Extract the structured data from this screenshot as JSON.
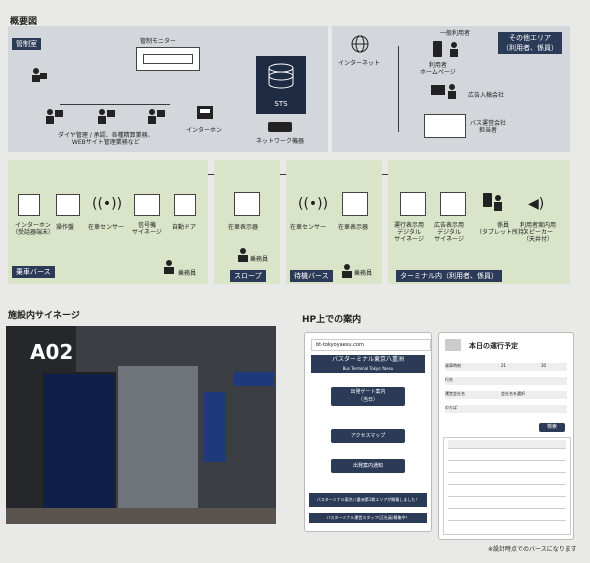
{
  "overview_title": "概要図",
  "control_room": {
    "tag": "管制室",
    "monitor": "管制モニター",
    "staff_label": "ダイヤ管理 / 承認、各種精算業務、\nWEBサイト管理業務など",
    "interphone": "インターホン",
    "sts": "STS",
    "network": "ネットワーク機器"
  },
  "other_area": {
    "tag": "その他エリア\n（利用者、係員）",
    "internet": "インターネット",
    "general_user": "一般利用者",
    "user_hp": "利用者\nホームページ",
    "ad_company": "広告入稿会社",
    "bus_company": "バス運営会社\n担当者"
  },
  "areas": [
    {
      "tag": "乗車バース",
      "devices": [
        "インターホン\n（受話器端末）",
        "操作盤",
        "在車センサー",
        "信号機\nサイネージ",
        "自動ドア"
      ],
      "staff": "乗務員"
    },
    {
      "tag": "スロープ",
      "devices": [
        "在車表示器"
      ],
      "staff": "乗務員"
    },
    {
      "tag": "待機バース",
      "devices": [
        "在車センサー",
        "在車表示器"
      ],
      "staff": "乗務員"
    },
    {
      "tag": "ターミナル内（利用者、係員）",
      "devices": [
        "運行表示用\nデジタル\nサイネージ",
        "広告表示用\nデジタル\nサイネージ",
        "係員\n（タブレット所持）",
        "利用者案内用\nスピーカー\n（天井付）"
      ]
    }
  ],
  "signage_title": "施設内サイネージ",
  "photo_sign": "A02",
  "hp_title": "HP上での案内",
  "hp": {
    "url": "bt-tokyoyaesu.com",
    "site_name": "バスターミナル東京八重洲",
    "site_sub": "Bus Terminal Tokyo Yaesu",
    "btn1": "出発ゲート案内\n（当日）",
    "btn2": "アクセスマップ",
    "btn3": "出発案内通知",
    "footer1": "バスターミナル東京八重洲第1期エリアが開業しました！",
    "footer2": "バスターミナル運営スタッフ(正社員)募集中！"
  },
  "schedule": {
    "title": "本日の運行予定",
    "label1": "発車時刻",
    "hour": "21",
    "minute": "30",
    "label2": "行先",
    "label3": "運営会社名",
    "select": "会社名を選択",
    "label4": "のりば",
    "search": "検索",
    "note": "※設計時点でのバースになります"
  }
}
